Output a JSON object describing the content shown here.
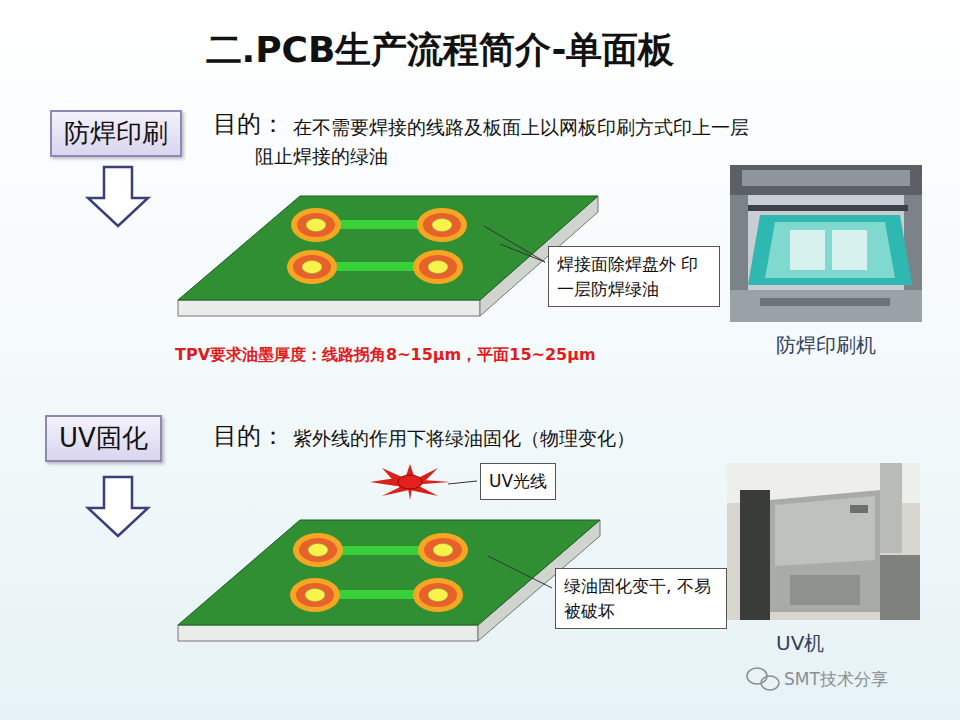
{
  "diagram": {
    "title": "二.PCB生产流程简介-单面板",
    "nodes": [
      {
        "text": [
          "防焊印刷"
        ]
      },
      {
        "text": [
          "焊接面除焊盘外 印一层防焊绿油"
        ]
      },
      {
        "text": [
          "UV固化"
        ]
      },
      {
        "text": [
          "UV光线"
        ]
      },
      {
        "text": [
          "绿油固化变干, 不易被破坏"
        ]
      }
    ],
    "labels": [
      "目的：",
      "在不需要焊接的线路及板面上以网板印刷方式印上一层",
      "阻止焊接的绿油",
      "防焊印刷机",
      "TPV要求油墨厚度：线路拐角8~15μm，平面15~25μm",
      "目的：",
      "紫外线的作用下将绿油固化（物理变化）",
      "UV机",
      "SMT技术分享"
    ]
  }
}
